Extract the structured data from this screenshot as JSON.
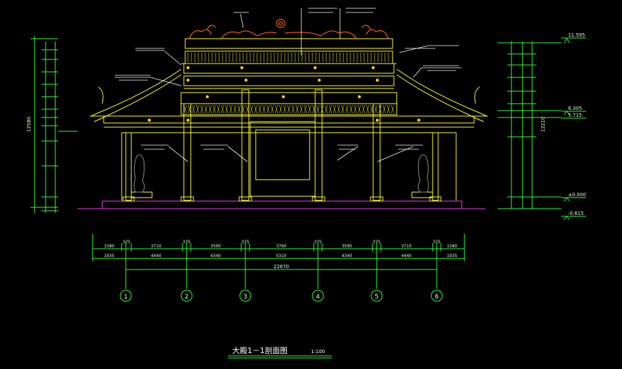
{
  "drawing": {
    "title": "大殿1－1剖面图",
    "scale": "1:100"
  },
  "axes": {
    "labels": [
      "1",
      "2",
      "3",
      "4",
      "5",
      "6"
    ]
  },
  "dimensions": {
    "row1": [
      "1580",
      "375",
      "3710",
      "375",
      "3590",
      "375",
      "3760",
      "375",
      "3590",
      "375",
      "3710",
      "375",
      "1580"
    ],
    "row2": [
      "1935",
      "4440",
      "4340",
      "5310",
      "4340",
      "4440",
      "1935"
    ],
    "total": "22870",
    "left_overall": "12580",
    "right_overall": "12210"
  },
  "elevations": {
    "top": "11.595",
    "eave1": "6.305",
    "eave2": "5.715",
    "ground": "±0.000",
    "base": "-0.615"
  },
  "colors": {
    "structure": "#ffff33",
    "dimension": "#33ff33",
    "leader": "#ffffff",
    "ornament": "#ff5a1e",
    "ground": "#ff33ff",
    "axis": "#33ff33",
    "figure": "#8a8a8a"
  }
}
